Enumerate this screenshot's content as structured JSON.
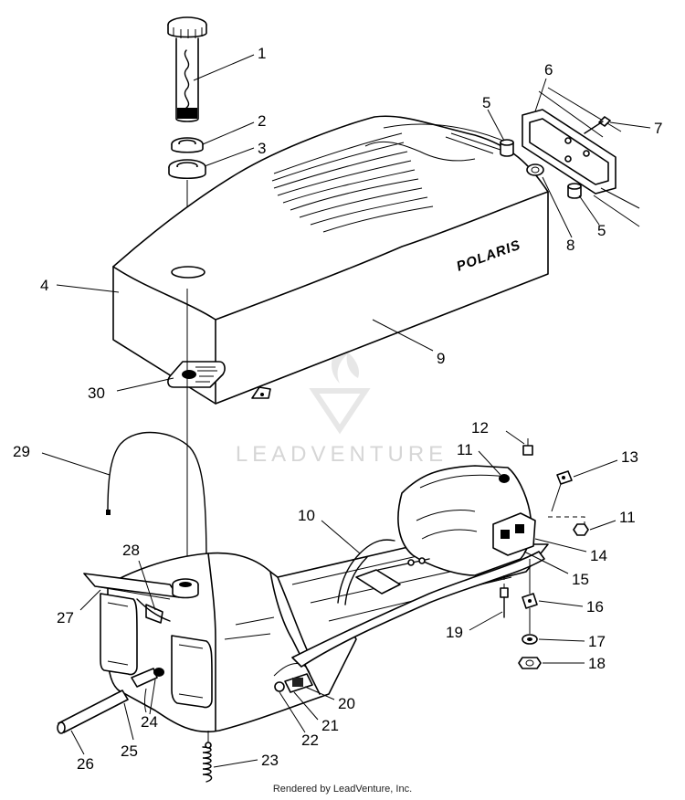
{
  "brand_text": "POLARIS",
  "watermark": "LEADVENTURE",
  "footer": "Rendered by LeadVenture, Inc.",
  "callouts": [
    {
      "id": "1",
      "label": "1"
    },
    {
      "id": "2",
      "label": "2"
    },
    {
      "id": "3",
      "label": "3"
    },
    {
      "id": "4",
      "label": "4"
    },
    {
      "id": "5a",
      "label": "5"
    },
    {
      "id": "5b",
      "label": "5"
    },
    {
      "id": "6",
      "label": "6"
    },
    {
      "id": "7",
      "label": "7"
    },
    {
      "id": "8",
      "label": "8"
    },
    {
      "id": "9",
      "label": "9"
    },
    {
      "id": "10",
      "label": "10"
    },
    {
      "id": "11a",
      "label": "11"
    },
    {
      "id": "11b",
      "label": "11"
    },
    {
      "id": "12",
      "label": "12"
    },
    {
      "id": "13",
      "label": "13"
    },
    {
      "id": "14",
      "label": "14"
    },
    {
      "id": "15",
      "label": "15"
    },
    {
      "id": "16",
      "label": "16"
    },
    {
      "id": "17",
      "label": "17"
    },
    {
      "id": "18",
      "label": "18"
    },
    {
      "id": "19",
      "label": "19"
    },
    {
      "id": "20",
      "label": "20"
    },
    {
      "id": "21",
      "label": "21"
    },
    {
      "id": "22",
      "label": "22"
    },
    {
      "id": "23",
      "label": "23"
    },
    {
      "id": "24",
      "label": "24"
    },
    {
      "id": "25",
      "label": "25"
    },
    {
      "id": "26",
      "label": "26"
    },
    {
      "id": "27",
      "label": "27"
    },
    {
      "id": "28",
      "label": "28"
    },
    {
      "id": "29",
      "label": "29"
    },
    {
      "id": "30",
      "label": "30"
    }
  ]
}
